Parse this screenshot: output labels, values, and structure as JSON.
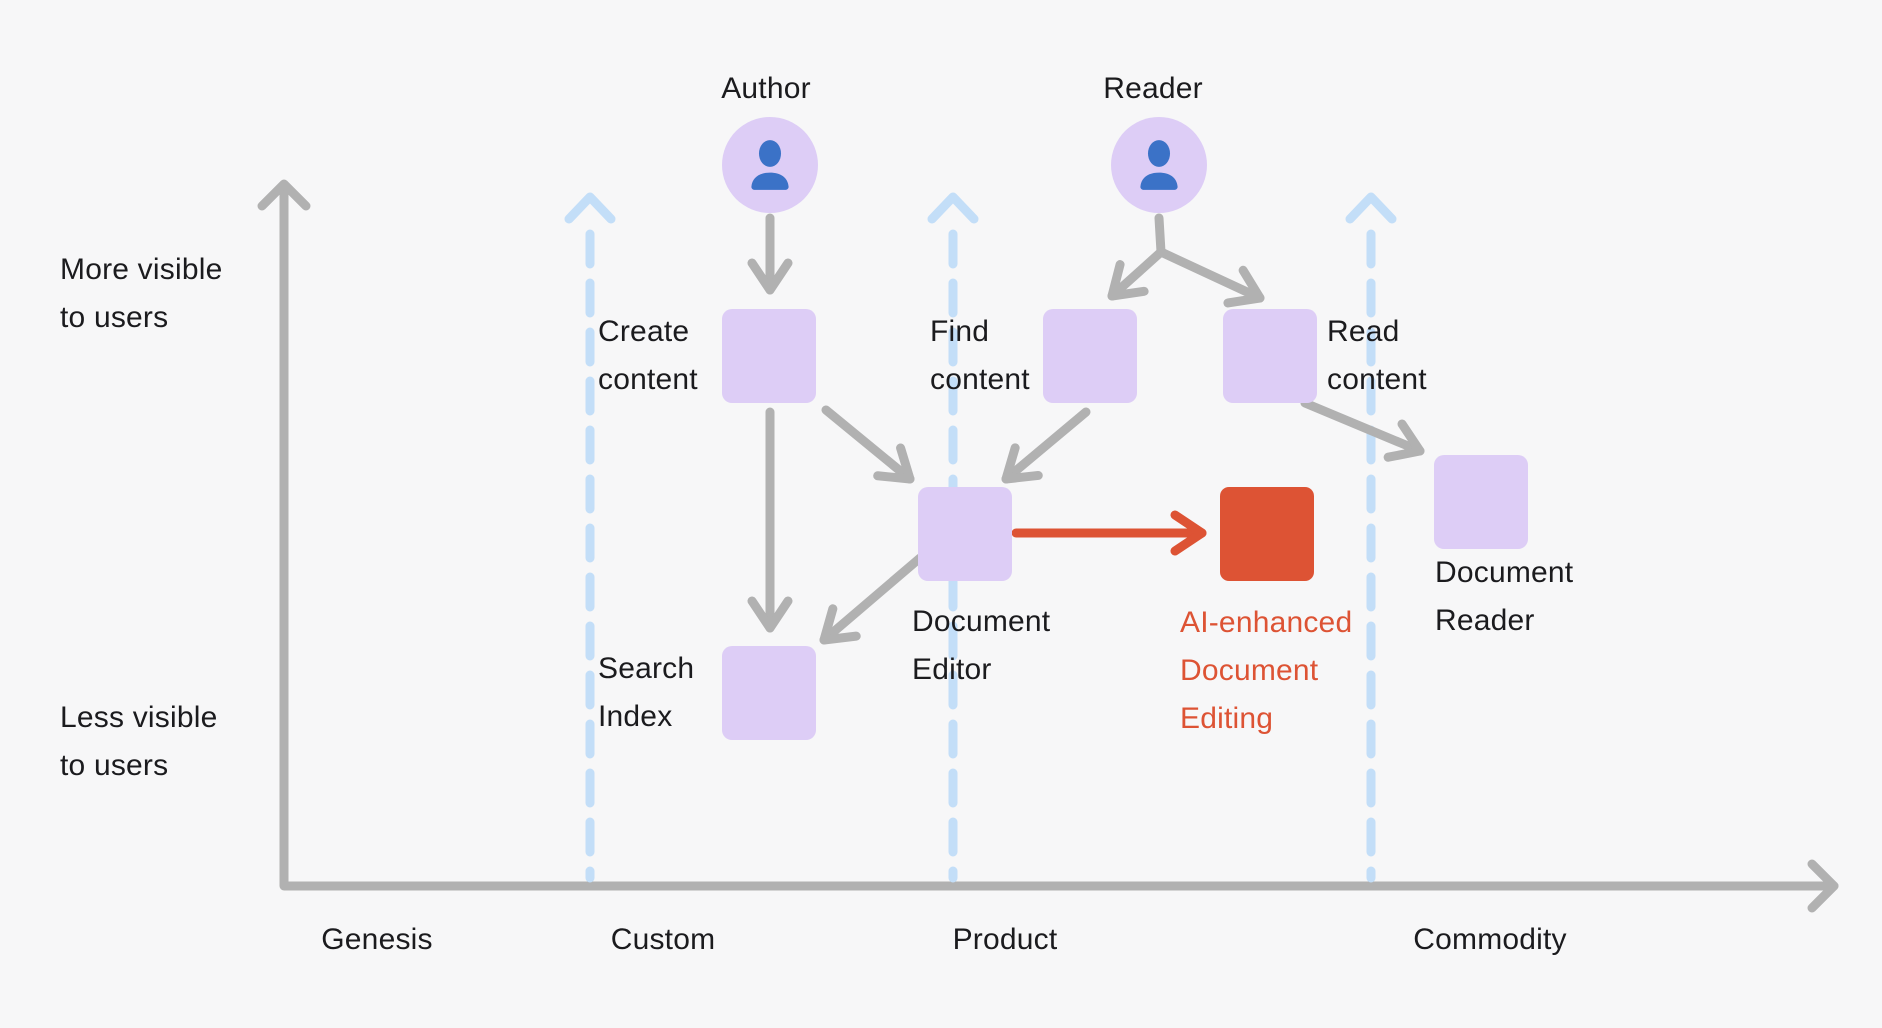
{
  "colors": {
    "background": "#f7f7f8",
    "node_purple": "#ddcdf6",
    "node_red": "#dd5334",
    "arrow_gray": "#b1b1b1",
    "dashed_blue": "#c3def8",
    "person_blue": "#3b72c7",
    "text_dark": "#1b1b1e",
    "text_red": "#dd5334"
  },
  "axis": {
    "y_top_label": "More visible\nto users",
    "y_bottom_label": "Less visible\nto users",
    "stages": [
      {
        "label": "Genesis"
      },
      {
        "label": "Custom"
      },
      {
        "label": "Product"
      },
      {
        "label": "Commodity"
      }
    ]
  },
  "actors": [
    {
      "label": "Author"
    },
    {
      "label": "Reader"
    }
  ],
  "nodes": [
    {
      "label": "Create\ncontent"
    },
    {
      "label": "Find\ncontent"
    },
    {
      "label": "Read\ncontent"
    },
    {
      "label": "Document\nEditor"
    },
    {
      "label": "Search\nIndex"
    },
    {
      "label": "AI-enhanced\nDocument\nEditing"
    },
    {
      "label": "Document\nReader"
    }
  ]
}
